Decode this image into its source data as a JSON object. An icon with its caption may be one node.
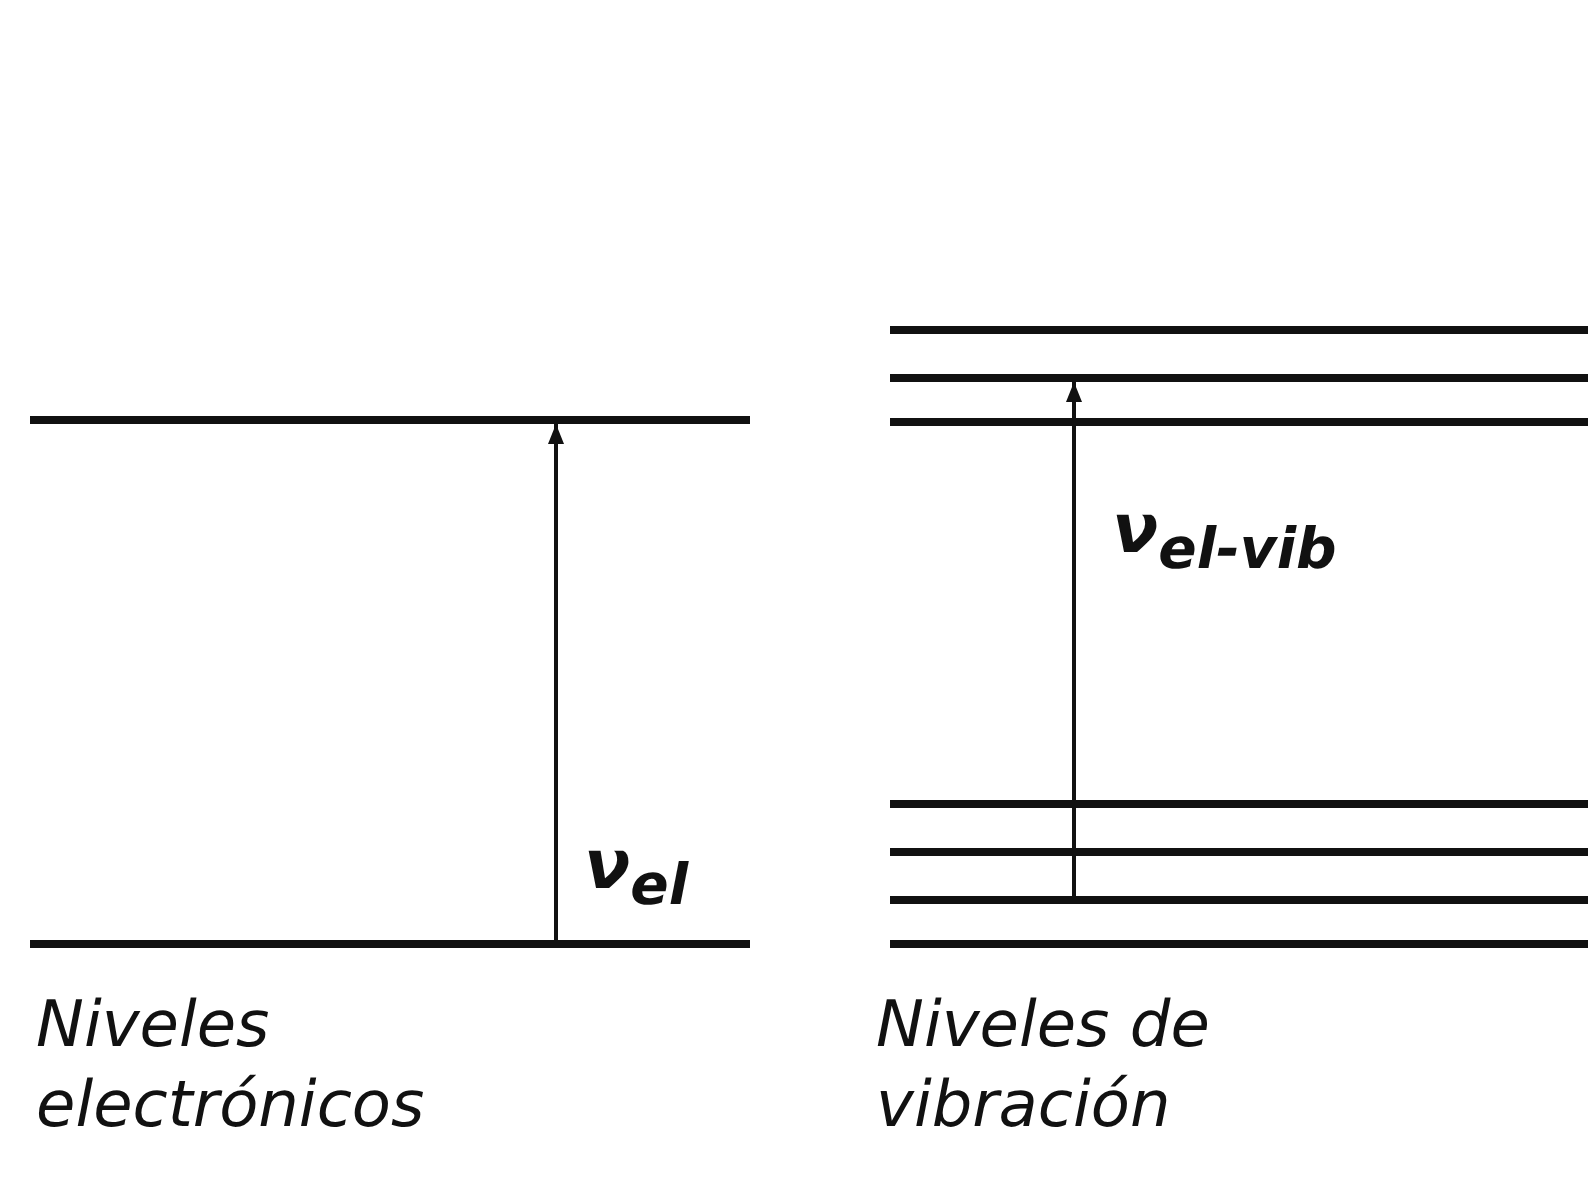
{
  "diagram": {
    "nodes": [
      {
        "text": [],
        "shape": "bar"
      },
      {
        "text": [],
        "shape": "bar"
      },
      {
        "text": [],
        "shape": "bar"
      },
      {
        "text": [],
        "shape": "bar"
      },
      {
        "text": [],
        "shape": "bar"
      },
      {
        "text": [],
        "shape": "bar"
      },
      {
        "text": [],
        "shape": "bar"
      },
      {
        "text": [],
        "shape": "bar"
      },
      {
        "text": [],
        "shape": "bar"
      }
    ],
    "edges": [
      {
        "from": 1,
        "to": 0,
        "arrow": "to",
        "label": "ν$_{el}$"
      },
      {
        "from": 7,
        "to": 3,
        "arrow": "to",
        "label": "ν$_{el-vib}$"
      }
    ],
    "labels": [
      "Niveles electrónicos",
      "Niveles de vibración"
    ]
  }
}
